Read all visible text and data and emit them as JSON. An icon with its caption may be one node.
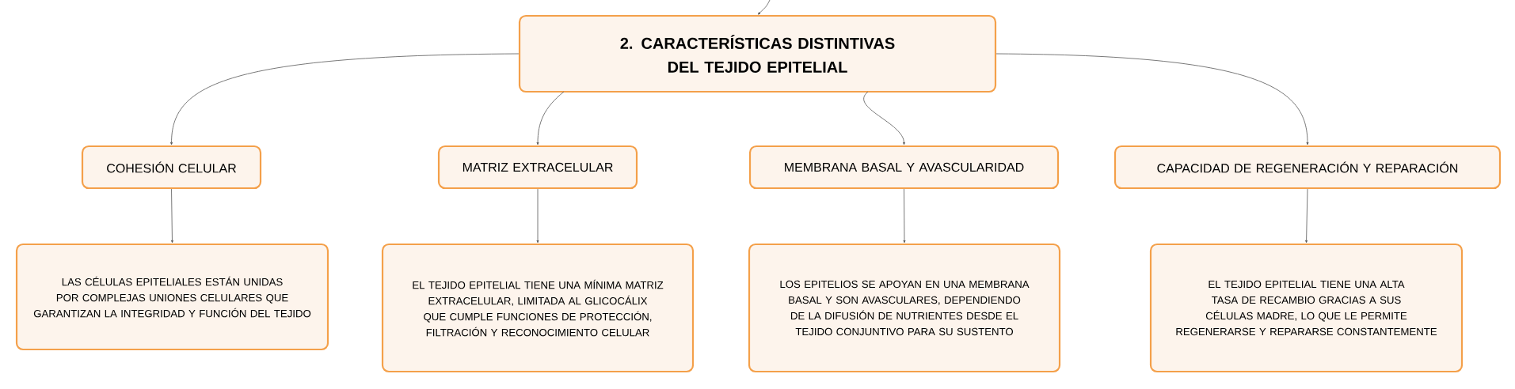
{
  "diagram": {
    "nodes": [
      {
        "text": [
          "2. CARACTERÍSTICAS DISTINTIVAS DEL TEJIDO EPITELIAL"
        ]
      },
      {
        "text": [
          "COHESIÓN CELULAR"
        ]
      },
      {
        "text": [
          "MATRIZ EXTRACELULAR"
        ]
      },
      {
        "text": [
          "MEMBRANA BASAL Y AVASCULARIDAD"
        ]
      },
      {
        "text": [
          "CAPACIDAD DE REGENERACIÓN Y REPARACIÓN"
        ]
      },
      {
        "text": [
          "LAS CÉLULAS EPITELIALES ESTÁN UNIDAS POR COMPLEJAS UNIONES CELULARES QUE GARANTIZAN LA INTEGRIDAD Y FUNCIÓN DEL TEJIDO"
        ]
      },
      {
        "text": [
          "EL TEJIDO EPITELIAL TIENE UNA MÍNIMA MATRIZ EXTRACELULAR, LIMITADA AL GLICOCÁLIX QUE CUMPLE FUNCIONES DE PROTECCIÓN, FILTRACIÓN Y RECONOCIMIENTO CELULAR"
        ]
      },
      {
        "text": [
          "LOS EPITELIOS SE APOYAN EN UNA MEMBRANA BASAL Y SON AVASCULARES, DEPENDIENDO DE LA DIFUSIÓN DE NUTRIENTES DESDE EL TEJIDO CONJUNTIVO PARA SU SUSTENTO"
        ]
      },
      {
        "text": [
          "EL TEJIDO EPITELIAL TIENE UNA ALTA TASA DE RECAMBIO GRACIAS A SUS CÉLULAS MADRE, LO QUE LE PERMITE REGENERARSE Y REPARARSE CONSTANTEMENTE"
        ]
      }
    ],
    "edges": [
      {
        "from": null,
        "to": 0,
        "arrow": "to"
      },
      {
        "from": 0,
        "to": 1,
        "arrow": "to"
      },
      {
        "from": 0,
        "to": 2,
        "arrow": "to"
      },
      {
        "from": 0,
        "to": 3,
        "arrow": "to"
      },
      {
        "from": 0,
        "to": 4,
        "arrow": "to"
      },
      {
        "from": 1,
        "to": 5,
        "arrow": "to"
      },
      {
        "from": 2,
        "to": 6,
        "arrow": "to"
      },
      {
        "from": 3,
        "to": 7,
        "arrow": "to"
      },
      {
        "from": 4,
        "to": 8,
        "arrow": "to"
      }
    ]
  }
}
